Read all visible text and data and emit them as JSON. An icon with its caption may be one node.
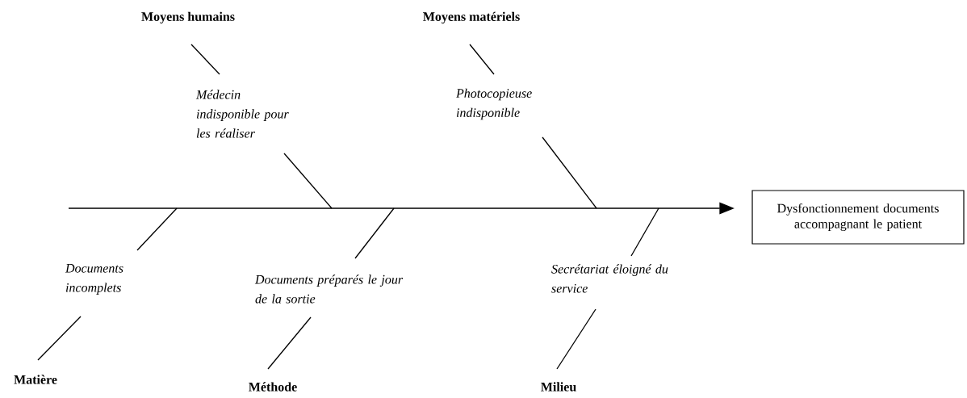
{
  "diagram": {
    "nodes": [
      {
        "text": [
          "Dysfonctionnement documents accompagnant le patient"
        ]
      },
      {
        "text": [
          "Moyens humains"
        ]
      },
      {
        "text": [
          "Médecin indisponible pour les réaliser"
        ]
      },
      {
        "text": [
          "Moyens matériels"
        ]
      },
      {
        "text": [
          "Photocopieuse indisponible"
        ]
      },
      {
        "text": [
          "Matière"
        ]
      },
      {
        "text": [
          "Documents incomplets"
        ]
      },
      {
        "text": [
          "Méthode"
        ]
      },
      {
        "text": [
          "Documents préparés le jour de la sortie"
        ]
      },
      {
        "text": [
          "Milieu"
        ]
      },
      {
        "text": [
          "Secrétariat éloigné du service"
        ]
      }
    ],
    "edges": [
      {
        "from": null,
        "to": 0,
        "arrow": "to"
      },
      {
        "from": 1,
        "to": 2,
        "arrow": "none"
      },
      {
        "from": 2,
        "to": null,
        "arrow": "none"
      },
      {
        "from": 3,
        "to": 4,
        "arrow": "none"
      },
      {
        "from": 4,
        "to": null,
        "arrow": "none"
      },
      {
        "from": 5,
        "to": 6,
        "arrow": "none"
      },
      {
        "from": 6,
        "to": null,
        "arrow": "none"
      },
      {
        "from": 7,
        "to": 8,
        "arrow": "none"
      },
      {
        "from": 8,
        "to": null,
        "arrow": "none"
      },
      {
        "from": 9,
        "to": 10,
        "arrow": "none"
      },
      {
        "from": 10,
        "to": null,
        "arrow": "none"
      }
    ]
  }
}
